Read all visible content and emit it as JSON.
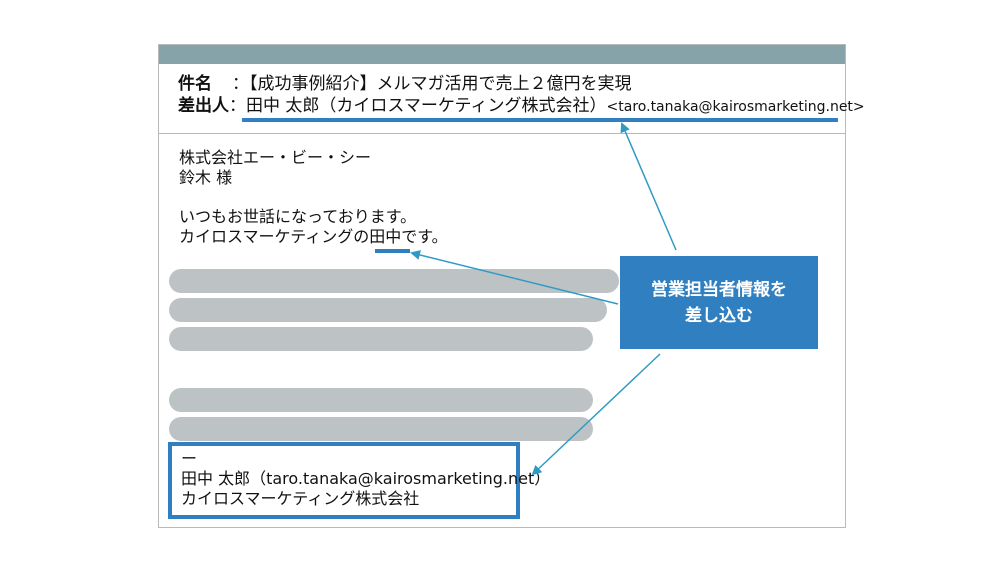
{
  "header": {
    "subject_label": "件名",
    "subject_sep": "：",
    "subject": "【成功事例紹介】メルマガ活用で売上２億円を実現",
    "sender_label": "差出人",
    "sender_sep": "：",
    "sender_name": "田中 太郎（カイロスマーケティング株式会社）",
    "sender_email": "<taro.tanaka@kairosmarketing.net>"
  },
  "body": {
    "recipient_company": "株式会社エー・ビー・シー",
    "recipient_name": "鈴木 様",
    "greeting": "いつもお世話になっております。",
    "intro_prefix": "カイロスマーケティングの",
    "intro_name": "田中",
    "intro_suffix": "です。"
  },
  "signature": {
    "dash": "ー",
    "name_email": "田中 太郎（taro.tanaka@kairosmarketing.net）",
    "company": "カイロスマーケティング株式会社"
  },
  "callout": {
    "line1": "営業担当者情報を",
    "line2": "差し込む"
  },
  "colors": {
    "accent": "#2f7fc1",
    "top_bar": "#86a3aa",
    "placeholder_bar": "#bdc3c5"
  }
}
